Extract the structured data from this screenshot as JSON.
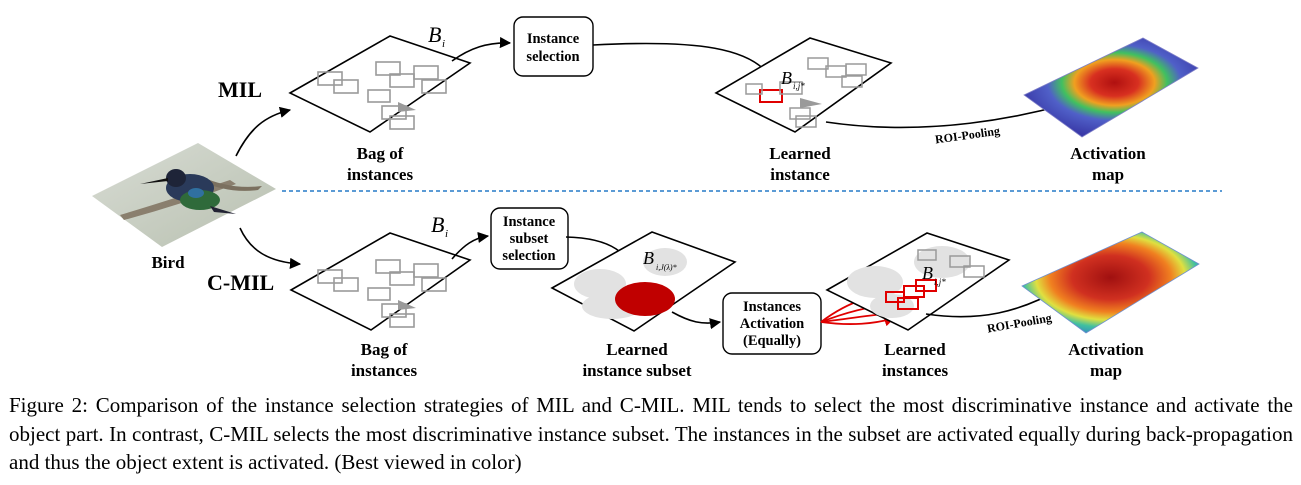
{
  "labels": {
    "mil": "MIL",
    "cmil": "C-MIL",
    "bird": "Bird",
    "bag1_l1": "Bag of",
    "bag1_l2": "instances",
    "bag2_l1": "Bag of",
    "bag2_l2": "instances",
    "learned_inst_l1": "Learned",
    "learned_inst_l2": "instance",
    "act1_l1": "Activation",
    "act1_l2": "map",
    "subset_l1": "Learned",
    "subset_l2": "instance subset",
    "learned_insts_l1": "Learned",
    "learned_insts_l2": "instances",
    "act2_l1": "Activation",
    "act2_l2": "map",
    "roi1": "ROI-Pooling",
    "roi2": "ROI-Pooling"
  },
  "boxes": {
    "inst_sel_l1": "Instance",
    "inst_sel_l2": "selection",
    "subset_sel_l1": "Instance",
    "subset_sel_l2": "subset",
    "subset_sel_l3": "selection",
    "activ_l1": "Instances",
    "activ_l2": "Activation",
    "activ_l3": "(Equally)"
  },
  "math": {
    "bi_top": "B",
    "bi_top_sub": "i",
    "bi_bot": "B",
    "bi_bot_sub": "i",
    "bij_top": "B",
    "bij_top_sub": "i,j*",
    "bij_subset": "B",
    "bij_subset_sub": "i,J(λ)*",
    "bij_bot": "B",
    "bij_bot_sub": "i,j*"
  },
  "caption": "Figure 2: Comparison of the instance selection strategies of MIL and C-MIL. MIL tends to select the most discriminative instance and activate the object part. In contrast, C-MIL selects the most discriminative instance subset. The instances in the subset are activated equally during back-propagation and thus the object extent is activated. (Best viewed in color)",
  "colors": {
    "highlight_red": "#e00000",
    "subset_red": "#c00000",
    "divider_blue": "#5b9bd5",
    "instance_gray": "#9a9a9a"
  }
}
